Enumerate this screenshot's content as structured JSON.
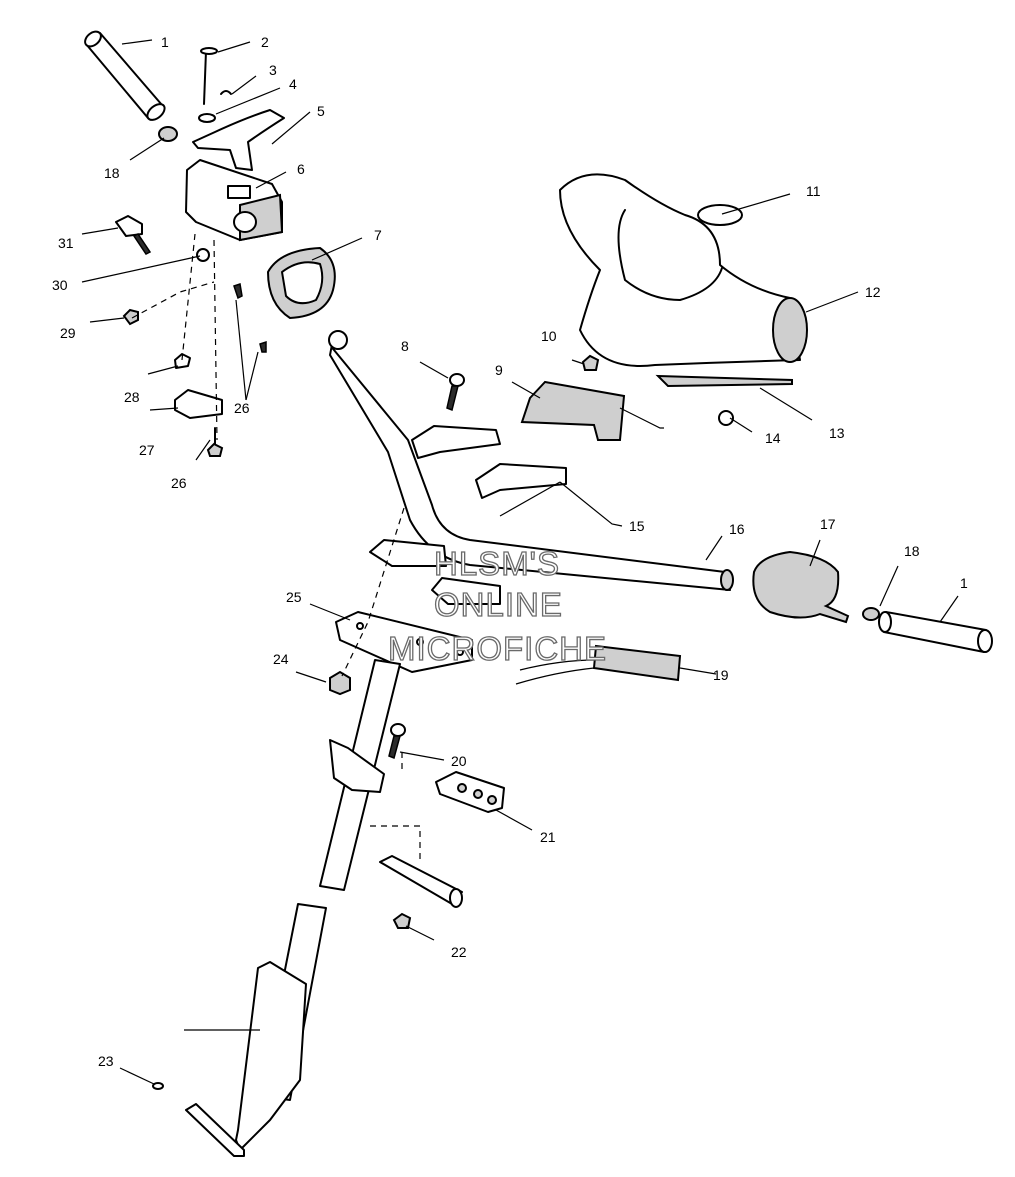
{
  "diagram": {
    "callouts": [
      {
        "id": "c1a",
        "text": "1"
      },
      {
        "id": "c2",
        "text": "2"
      },
      {
        "id": "c3",
        "text": "3"
      },
      {
        "id": "c4",
        "text": "4"
      },
      {
        "id": "c5",
        "text": "5"
      },
      {
        "id": "c6",
        "text": "6"
      },
      {
        "id": "c7",
        "text": "7"
      },
      {
        "id": "c8",
        "text": "8"
      },
      {
        "id": "c9",
        "text": "9"
      },
      {
        "id": "c10",
        "text": "10"
      },
      {
        "id": "c11",
        "text": "11"
      },
      {
        "id": "c12",
        "text": "12"
      },
      {
        "id": "c13",
        "text": "13"
      },
      {
        "id": "c14",
        "text": "14"
      },
      {
        "id": "c15",
        "text": "15"
      },
      {
        "id": "c16",
        "text": "16"
      },
      {
        "id": "c17",
        "text": "17"
      },
      {
        "id": "c18a",
        "text": "18"
      },
      {
        "id": "c18b",
        "text": "18"
      },
      {
        "id": "c1b",
        "text": "1"
      },
      {
        "id": "c19",
        "text": "19"
      },
      {
        "id": "c20",
        "text": "20"
      },
      {
        "id": "c21",
        "text": "21"
      },
      {
        "id": "c22",
        "text": "22"
      },
      {
        "id": "c23",
        "text": "23"
      },
      {
        "id": "c24",
        "text": "24"
      },
      {
        "id": "c25",
        "text": "25"
      },
      {
        "id": "c26a",
        "text": "26"
      },
      {
        "id": "c26b",
        "text": "26"
      },
      {
        "id": "c27",
        "text": "27"
      },
      {
        "id": "c28",
        "text": "28"
      },
      {
        "id": "c29",
        "text": "29"
      },
      {
        "id": "c30",
        "text": "30"
      },
      {
        "id": "c31",
        "text": "31"
      }
    ],
    "watermark": {
      "line1": "HLSM'S",
      "line2": "ONLINE",
      "line3": "MICROFICHE"
    }
  }
}
